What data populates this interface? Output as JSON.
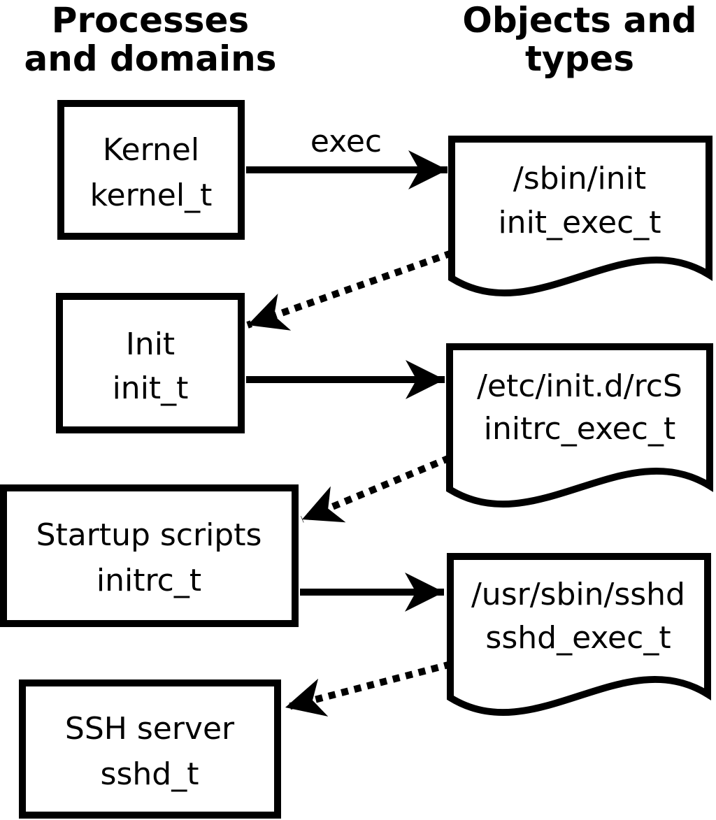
{
  "colors": {
    "line": "#000000",
    "fill": "#ffffff",
    "background": "#ffffff"
  },
  "columns": {
    "left_heading_line1": "Processes",
    "left_heading_line2": "and domains",
    "right_heading_line1": "Objects and",
    "right_heading_line2": "types"
  },
  "process_nodes": [
    {
      "name": "Kernel",
      "type": "kernel_t"
    },
    {
      "name": "Init",
      "type": "init_t"
    },
    {
      "name": "Startup scripts",
      "type": "initrc_t"
    },
    {
      "name": "SSH server",
      "type": "sshd_t"
    }
  ],
  "object_nodes": [
    {
      "path": "/sbin/init",
      "type": "init_exec_t"
    },
    {
      "path": "/etc/init.d/rcS",
      "type": "initrc_exec_t"
    },
    {
      "path": "/usr/sbin/sshd",
      "type": "sshd_exec_t"
    }
  ],
  "edges": [
    {
      "from": "Kernel (kernel_t)",
      "to": "/sbin/init (init_exec_t)",
      "style": "solid",
      "label": "exec"
    },
    {
      "from": "/sbin/init (init_exec_t)",
      "to": "Init (init_t)",
      "style": "dotted",
      "label": ""
    },
    {
      "from": "Init (init_t)",
      "to": "/etc/init.d/rcS (initrc_exec_t)",
      "style": "solid",
      "label": ""
    },
    {
      "from": "/etc/init.d/rcS (initrc_exec_t)",
      "to": "Startup scripts (initrc_t)",
      "style": "dotted",
      "label": ""
    },
    {
      "from": "Startup scripts (initrc_t)",
      "to": "/usr/sbin/sshd (sshd_exec_t)",
      "style": "solid",
      "label": ""
    },
    {
      "from": "/usr/sbin/sshd (sshd_exec_t)",
      "to": "SSH server (sshd_t)",
      "style": "dotted",
      "label": ""
    }
  ]
}
